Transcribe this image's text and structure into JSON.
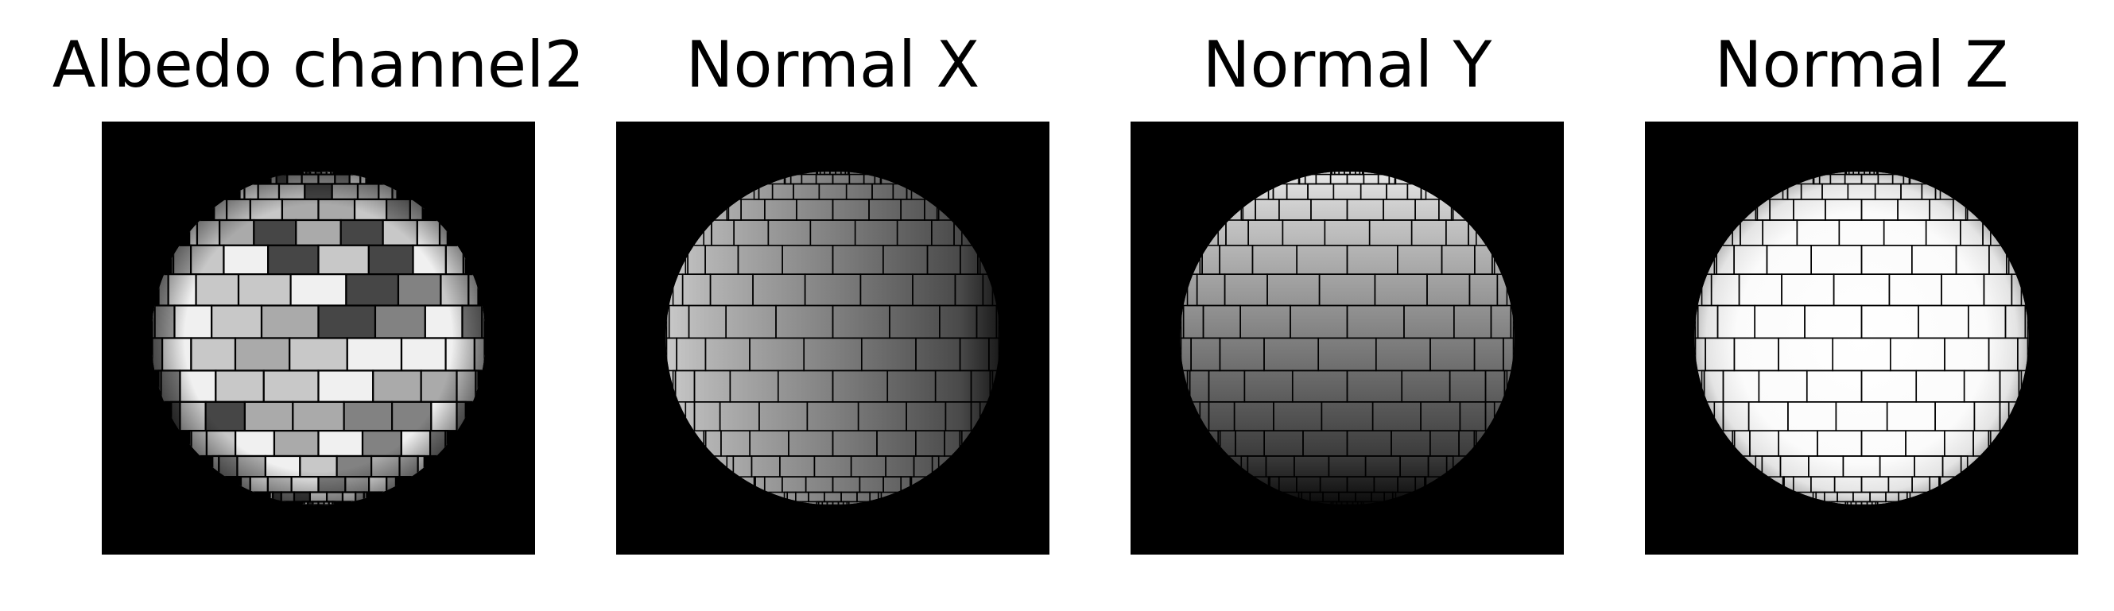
{
  "panels": [
    {
      "id": "albedo-channel2",
      "title": "Albedo channel2",
      "shading": "albedo"
    },
    {
      "id": "normal-x",
      "title": "Normal X",
      "shading": "normal-x"
    },
    {
      "id": "normal-y",
      "title": "Normal Y",
      "shading": "normal-y"
    },
    {
      "id": "normal-z",
      "title": "Normal Z",
      "shading": "normal-z"
    }
  ],
  "colors": {
    "background": "#000000",
    "mortar": "#000000"
  }
}
